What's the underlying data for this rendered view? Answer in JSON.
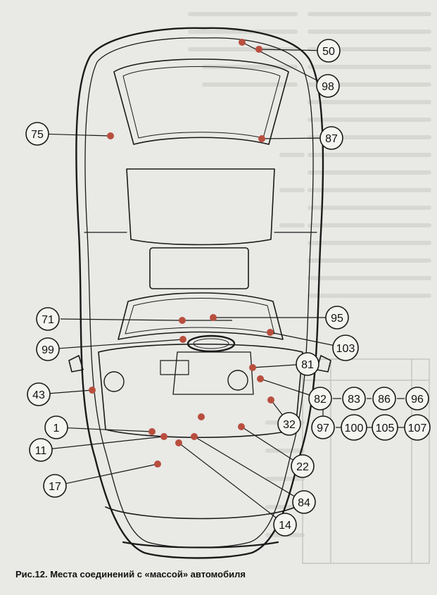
{
  "figure": {
    "caption": "Рис.12. Места соединений с «массой» автомобиля"
  },
  "colors": {
    "paper": "#e9e9e6",
    "marker": "#b84f3e",
    "line": "#1a1a1a"
  },
  "callouts": [
    {
      "id": "50"
    },
    {
      "id": "98"
    },
    {
      "id": "75"
    },
    {
      "id": "87"
    },
    {
      "id": "71"
    },
    {
      "id": "95"
    },
    {
      "id": "99"
    },
    {
      "id": "103"
    },
    {
      "id": "81"
    },
    {
      "id": "43"
    },
    {
      "id": "82"
    },
    {
      "id": "83"
    },
    {
      "id": "86"
    },
    {
      "id": "96"
    },
    {
      "id": "97"
    },
    {
      "id": "100"
    },
    {
      "id": "105"
    },
    {
      "id": "107"
    },
    {
      "id": "32"
    },
    {
      "id": "1"
    },
    {
      "id": "11"
    },
    {
      "id": "22"
    },
    {
      "id": "17"
    },
    {
      "id": "84"
    },
    {
      "id": "14"
    }
  ]
}
